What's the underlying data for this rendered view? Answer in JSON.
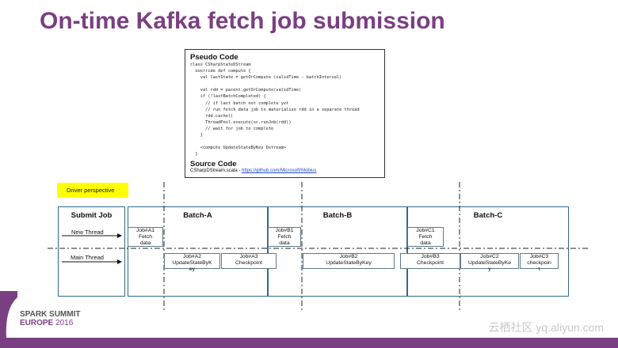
{
  "title": "On-time Kafka fetch job submission",
  "pseudo_code": {
    "heading": "Pseudo Code",
    "lines": [
      "class CSharpStateDStream",
      "  override def compute {",
      "    val lastState = getOrCompute (validTime - batchInterval)",
      "",
      "    val rdd = parent.getOrCompute(validTime)",
      "    if (!lastBatchCompleted) {",
      "      // if last batch not complete yet",
      "      // run fetch data job to materialize rdd in a separate thread",
      "      rdd.cache()",
      "      ThreadPool.execute(sc.runJob(rdd))",
      "      // wait for job to complete",
      "    }",
      "",
      "    <compute UpdateStateByKey Dstream>",
      "  }"
    ],
    "source_heading": "Source Code",
    "source_file": "CSharpDStream.scala",
    "source_sep": " - ",
    "source_link": "https://github.com/Microsoft/Mobius"
  },
  "driver_label": "Driver perspective",
  "submit_job": {
    "title": "Submit Job",
    "new_thread": "New Thread",
    "main_thread": "Main Thread"
  },
  "batches": [
    {
      "title": "Batch-A"
    },
    {
      "title": "Batch-B"
    },
    {
      "title": "Batch-C"
    }
  ],
  "jobs": {
    "a1": "Job#A1\nFetch\ndata",
    "a2": "Job#A2\nUpdateStateByK\ney",
    "a3": "Job#A3\nCheckpoint",
    "b1": "Job#B1\nFetch\ndata",
    "b2": "Job#B2\nUpdateStateByKey",
    "b3": "Job#B3\nCheckpoint",
    "c1": "Job#C1\nFetch\ndata",
    "c2": "Job#C2\nUpdateStateByKe\ny",
    "c3": "Job#C3\ncheckpoin\nt"
  },
  "logo": {
    "line1": "SPARK SUMMIT",
    "line2": "EUROPE",
    "year": "2016"
  },
  "watermark": "云栖社区 yq.aliyun.com",
  "colors": {
    "title": "#7a3f82",
    "panel_border": "#2f6b8a",
    "driver_highlight": "#ffff00",
    "footer": "#7a3f82"
  }
}
